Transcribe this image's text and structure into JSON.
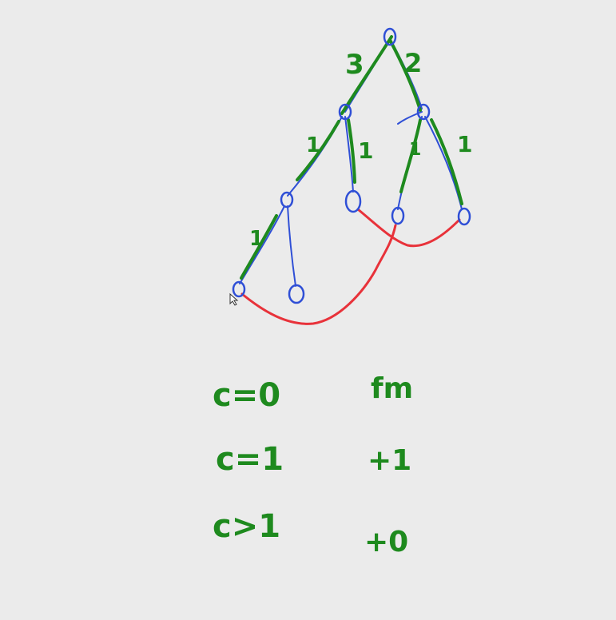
{
  "colors": {
    "background": "#ebebeb",
    "tree": "#2f4fd6",
    "highlight": "#1e8a1e",
    "link": "#e8323a"
  },
  "edge_labels": {
    "root_left": "3",
    "root_right": "2",
    "l1_left": "1",
    "l1_right": "1",
    "r1_left": "1",
    "r1_right": "1",
    "l2_left": "1"
  },
  "notes": {
    "row1_left": "c=0",
    "row1_right": "fm",
    "row2_left": "c=1",
    "row2_right": "+1",
    "row3_left": "c>1",
    "row3_right": "+0"
  },
  "icons": {
    "cursor": "mouse-pointer-icon"
  }
}
